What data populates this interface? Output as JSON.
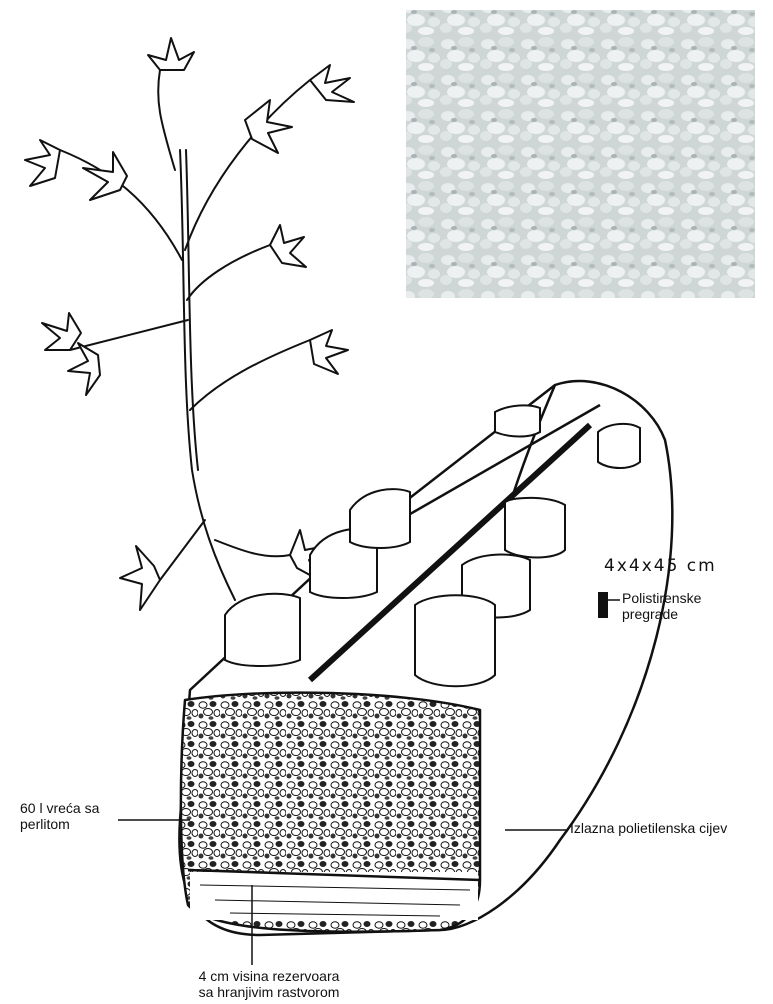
{
  "labels": {
    "dimensions": "4x4x45 cm",
    "partitions": [
      "Polistirenske",
      "pregrade"
    ],
    "outlet_pipe": "Izlazna polietilenska cijev",
    "bag": [
      "60 l vreća sa",
      "perlitom"
    ],
    "reservoir": [
      "4 cm visina rezervoara",
      "sa hranjivim rastvorom"
    ]
  },
  "icons": {
    "photo": "perlite-granules-photo",
    "plant": "tomato-plant-drawing",
    "bag": "perlite-bag-cross-section"
  }
}
